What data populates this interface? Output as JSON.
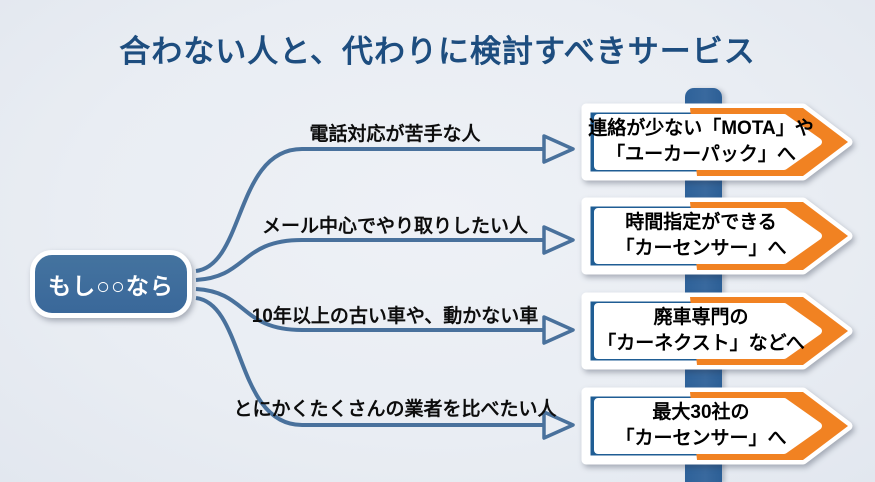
{
  "title": "合わない人と、代わりに検討すべきサービス",
  "root_node": {
    "label": "もし○○なら"
  },
  "branches": [
    {
      "condition": "電話対応が苦手な人",
      "service_line1": "連絡が少ない「MOTA」や",
      "service_line2": "「ユーカーパック」へ"
    },
    {
      "condition": "メール中心でやり取りしたい人",
      "service_line1": "時間指定ができる",
      "service_line2": "「カーセンサー」へ"
    },
    {
      "condition": "10年以上の古い車や、動かない車",
      "service_line1": "廃車専門の",
      "service_line2": "「カーネクスト」などへ"
    },
    {
      "condition": "とにかくたくさんの業者を比べたい人",
      "service_line1": "最大30社の",
      "service_line2": "「カーセンサー」へ"
    }
  ],
  "colors": {
    "background": "#e9edf3",
    "title_text": "#1d4d7f",
    "connector_blue": "#49719c",
    "root_node_fill": "#3e6d9e",
    "sign_blue": "#1f5d94",
    "sign_orange": "#f18222",
    "pole_blue": "#30659c"
  }
}
